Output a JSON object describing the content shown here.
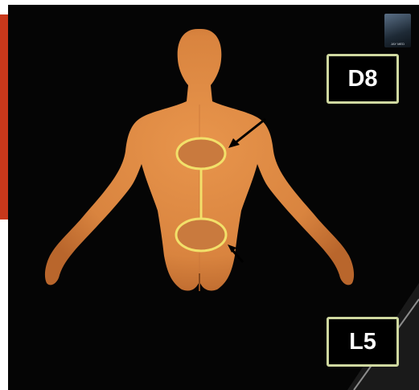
{
  "labels": {
    "top": "D8",
    "bottom": "L5"
  },
  "logo": {
    "text": "JAY MED"
  },
  "colors": {
    "background": "#050505",
    "skin": "#d9843f",
    "skin_shadow": "#b9662c",
    "marker": "#f2e06a",
    "label_border": "#cfd8a0",
    "accent": "#c8381b"
  },
  "icons": {
    "logo": "brand-logo-icon",
    "arrow": "pointer-arrow-icon"
  }
}
